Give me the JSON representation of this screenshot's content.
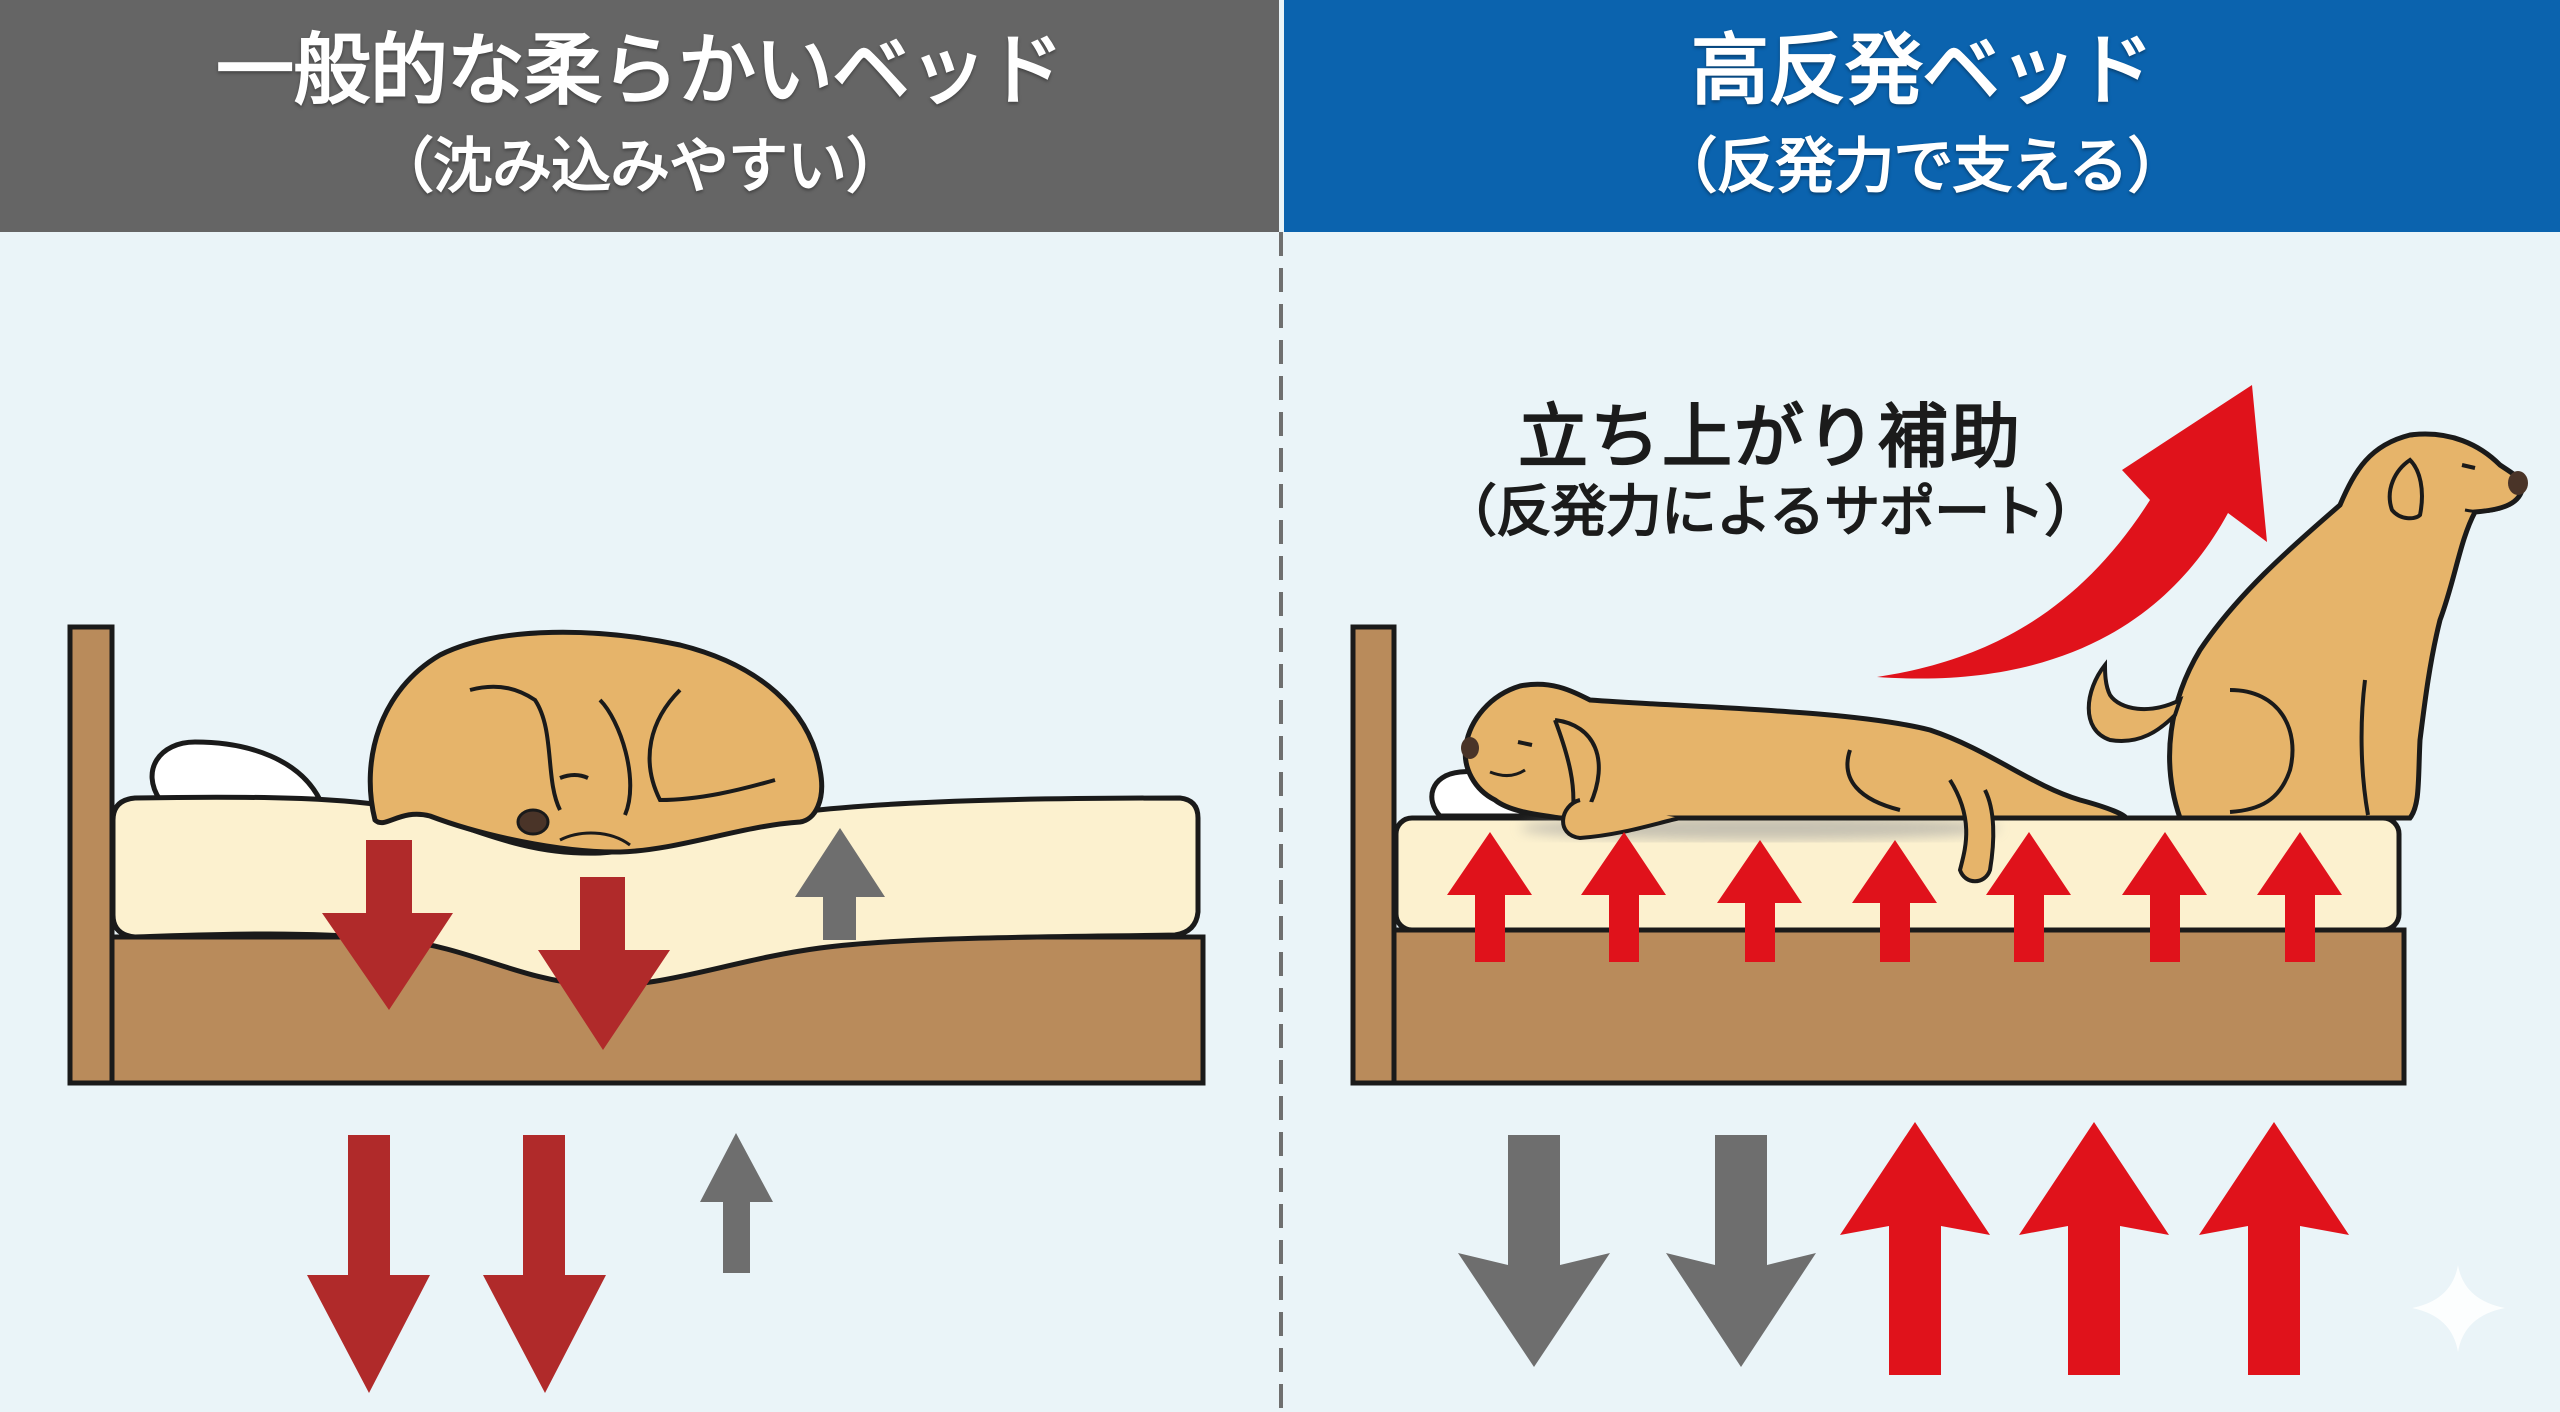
{
  "left_panel": {
    "title": "一般的な柔らかいベッド",
    "subtitle": "（沈み込みやすい）",
    "header_color": "#656565",
    "scene": {
      "dog_pose": "curled-up sleeping",
      "mattress_state": "sinking",
      "mattress_arrows": [
        {
          "direction": "down",
          "color": "#b02a2a"
        },
        {
          "direction": "down",
          "color": "#b02a2a"
        },
        {
          "direction": "up",
          "color": "#6e6e6e"
        }
      ]
    },
    "force_arrows": [
      {
        "direction": "down",
        "color": "#b02a2a",
        "size": "large"
      },
      {
        "direction": "down",
        "color": "#b02a2a",
        "size": "large"
      },
      {
        "direction": "up",
        "color": "#6e6e6e",
        "size": "small"
      }
    ]
  },
  "right_panel": {
    "title": "高反発ベッド",
    "subtitle": "（反発力で支える）",
    "header_color": "#0b63ae",
    "annotation": {
      "line1": "立ち上がり補助",
      "line2": "（反発力によるサポート）"
    },
    "scene": {
      "dog_poses": [
        "lying down",
        "sitting up"
      ],
      "mattress_state": "flat, supportive",
      "mattress_arrow_count": 7,
      "mattress_arrow_color": "#e0121b",
      "curved_arrow_color": "#e0121b"
    },
    "force_arrows": [
      {
        "direction": "down",
        "color": "#6e6e6e",
        "size": "medium"
      },
      {
        "direction": "down",
        "color": "#6e6e6e",
        "size": "medium"
      },
      {
        "direction": "up",
        "color": "#e0121b",
        "size": "large"
      },
      {
        "direction": "up",
        "color": "#e0121b",
        "size": "large"
      },
      {
        "direction": "up",
        "color": "#e0121b",
        "size": "large"
      }
    ]
  },
  "colors": {
    "background": "#eaf4f8",
    "mattress": "#fcf1cf",
    "bed_wood": "#b98b5b",
    "dog_fur": "#e6b46a",
    "outline": "#1a1a1a",
    "red_dark": "#b02a2a",
    "red_bright": "#e0121b",
    "gray_arrow": "#6e6e6e"
  }
}
